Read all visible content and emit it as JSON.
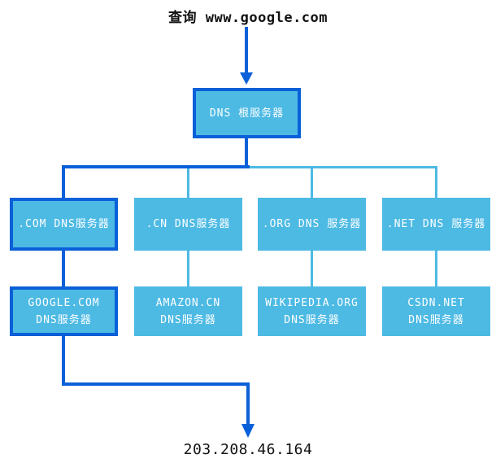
{
  "colors": {
    "line_dark": "#0a60d8",
    "line_light": "#4dbae4",
    "box_fill": "#4dbae4",
    "box_text": "#ffffff",
    "text_dark": "#111111"
  },
  "query": {
    "title": "查询 www.google.com"
  },
  "root_server": {
    "label": "DNS 根服务器"
  },
  "tld_servers": [
    {
      "label": ".COM DNS服务器",
      "highlighted": true
    },
    {
      "label": ".CN DNS服务器",
      "highlighted": false
    },
    {
      "label": ".ORG DNS 服务器",
      "highlighted": false
    },
    {
      "label": ".NET DNS 服务器",
      "highlighted": false
    }
  ],
  "authoritative_servers": [
    {
      "line1": "GOOGLE.COM",
      "line2": "DNS服务器",
      "highlighted": true
    },
    {
      "line1": "AMAZON.CN",
      "line2": "DNS服务器",
      "highlighted": false
    },
    {
      "line1": "WIKIPEDIA.ORG",
      "line2": "DNS服务器",
      "highlighted": false
    },
    {
      "line1": "CSDN.NET",
      "line2": "DNS服务器",
      "highlighted": false
    }
  ],
  "result": {
    "ip": "203.208.46.164"
  }
}
